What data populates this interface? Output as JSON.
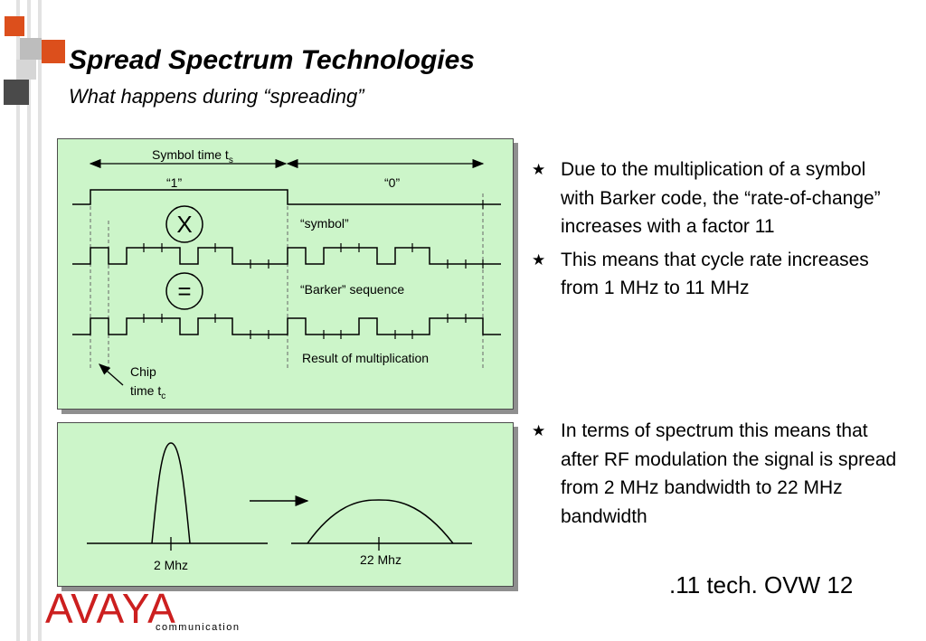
{
  "slide": {
    "title": "Spread Spectrum Technologies",
    "subtitle": "What happens during “spreading”",
    "footer": ".11 tech. OVW 12"
  },
  "diagram_top": {
    "symbol_time_label": "Symbol time t",
    "symbol_time_sub": "s",
    "bit_one": "“1”",
    "bit_zero": "“0”",
    "multiply_symbol": "X",
    "equals_symbol": "=",
    "symbol_label": "“symbol”",
    "barker_label": "“Barker” sequence",
    "result_label": "Result of multiplication",
    "chip_label_line1": "Chip",
    "chip_label_line2": "time t",
    "chip_label_sub": "c"
  },
  "diagram_bottom": {
    "narrow_label": "2 Mhz",
    "wide_label": "22 Mhz"
  },
  "bullets": [
    "Due to the multiplication of a symbol with Barker code, the “rate-of-change” increases with a factor 11",
    "This means that cycle rate increases from 1 MHz to 11 MHz",
    "In terms of spectrum this means that after RF modulation the signal is spread from 2 MHz bandwidth to 22 MHz bandwidth"
  ],
  "logo": {
    "name": "AVAYA",
    "tagline": "communication"
  },
  "colors": {
    "panel_bg": "#ccf5c9",
    "accent_orange": "#dc4f1c",
    "logo_red": "#cc1f1f"
  }
}
